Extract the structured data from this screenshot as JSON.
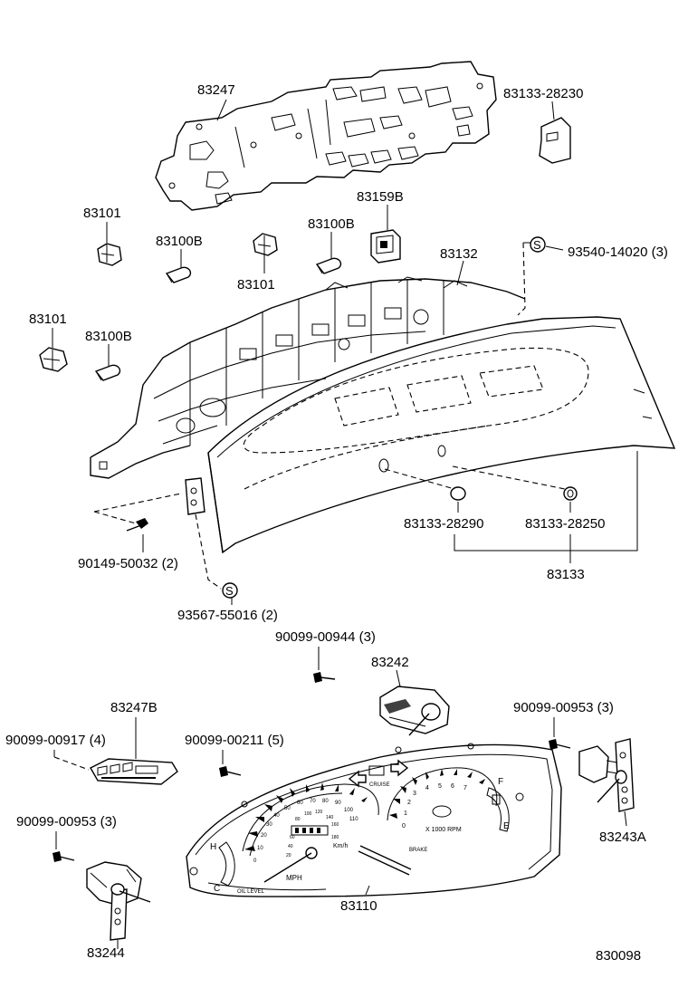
{
  "callouts": {
    "p83247": "83247",
    "p83133_28230": "83133-28230",
    "p83101_a": "83101",
    "p83100b_a": "83100B",
    "p83101_b": "83101",
    "p83100b_b": "83100B",
    "p83159b": "83159B",
    "p83132": "83132",
    "p93540_14020": "93540-14020 (3)",
    "p83101_c": "83101",
    "p83100b_c": "83100B",
    "p90149_50032": "90149-50032 (2)",
    "p83133_28290": "83133-28290",
    "p83133_28250": "83133-28250",
    "p83133": "83133",
    "p93567_55016": "93567-55016 (2)",
    "p90099_00944": "90099-00944 (3)",
    "p83242": "83242",
    "p83247b": "83247B",
    "p90099_00953_a": "90099-00953 (3)",
    "p90099_00917": "90099-00917 (4)",
    "p90099_00211": "90099-00211 (5)",
    "p90099_00953_b": "90099-00953 (3)",
    "p83243a": "83243A",
    "p83110": "83110",
    "p83244": "83244",
    "diagram_id": "830098"
  },
  "markers": {
    "s_symbol": "S"
  },
  "cluster_face": {
    "mph": "MPH",
    "kmh": "Km/h",
    "rpm": "X 1000 RPM",
    "cruise": "CRUISE",
    "h": "H",
    "c": "C",
    "f": "F",
    "e": "E",
    "oil": "OIL LEVEL",
    "brake": "BRAKE",
    "speed_ticks": [
      "0",
      "10",
      "20",
      "30",
      "40",
      "50",
      "60",
      "70",
      "80",
      "90",
      "100",
      "110"
    ],
    "kmh_ticks": [
      "20",
      "40",
      "60",
      "80",
      "100",
      "120",
      "140",
      "160",
      "180"
    ],
    "rpm_ticks": [
      "0",
      "1",
      "2",
      "3",
      "4",
      "5",
      "6",
      "7"
    ]
  }
}
